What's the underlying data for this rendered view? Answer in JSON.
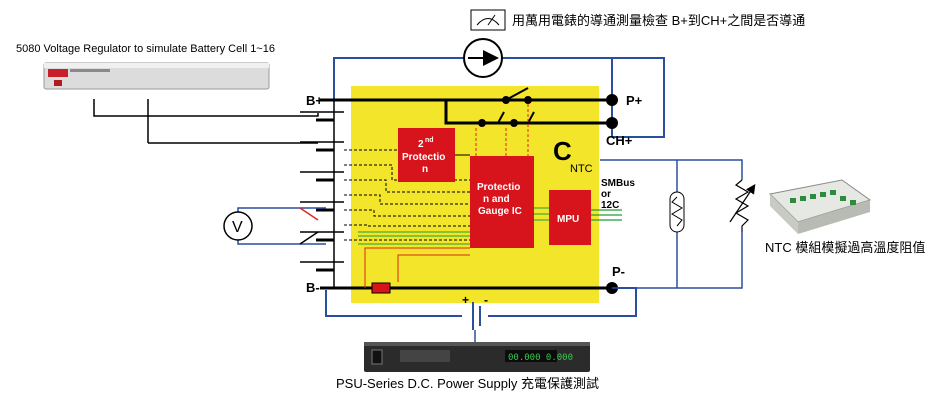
{
  "texts": {
    "legend_note": "用萬用電錶的導通測量檢查 B+到CH+之間是否導通",
    "regulator_caption": "5080 Voltage Regulator to simulate Battery Cell 1~16",
    "ntc_caption": "NTC 模組模擬過高溫度阻值",
    "psu_caption": "PSU-Series D.C. Power Supply 充電保護測試",
    "b_plus": "B+",
    "b_minus": "B-",
    "p_plus": "P+",
    "ch_plus": "CH+",
    "p_minus": "P-",
    "c_letter": "C",
    "ntc_sub": "NTC",
    "smbus_line1": "SMBus",
    "smbus_line2": "or",
    "smbus_line3": "12C",
    "protection2_line1": "2",
    "protection2_sup": "nd",
    "protection2_line2": "Protectio",
    "protection2_line3": "n",
    "gauge_line1": "Protectio",
    "gauge_line2": "n and",
    "gauge_line3": "Gauge IC",
    "mpu": "MPU",
    "voltmeter": "V",
    "psu_plus": "+",
    "psu_minus": "-",
    "psu_display": "00.000 0.000"
  },
  "colors": {
    "board": "#f2e52a",
    "chip": "#d7141b",
    "wire_blue": "#2a4f9e",
    "wire_black": "#000000",
    "trace_red": "#e0261c",
    "bus_green": "#1f9e3a",
    "psu_body": "#2b2b2b",
    "psu_display": "#37c94a"
  },
  "icons": {
    "legend": "ammeter-icon",
    "meter": "ammeter-circle-icon",
    "voltmeter": "voltmeter-icon",
    "thermistor": "thermistor-icon",
    "variable_resistor": "variable-resistor-icon",
    "fuse": "fuse-icon"
  }
}
